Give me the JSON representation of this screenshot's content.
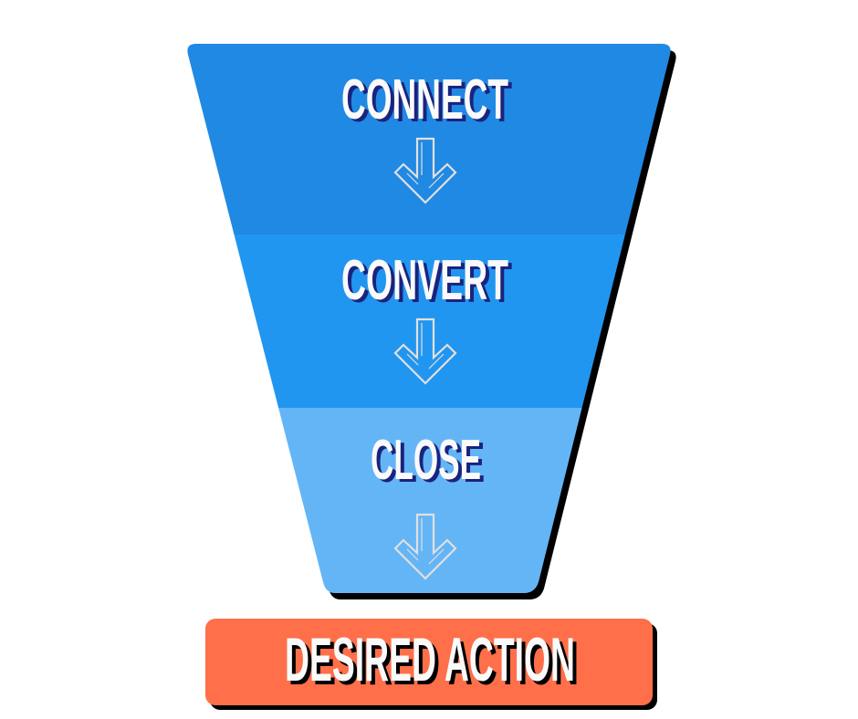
{
  "funnel": {
    "stages": [
      {
        "label": "CONNECT",
        "color": "#2089e3"
      },
      {
        "label": "CONVERT",
        "color": "#2196f0"
      },
      {
        "label": "CLOSE",
        "color": "#64b5f6"
      }
    ],
    "text_shadow_color": "#1a237e",
    "shadow_color": "#000000"
  },
  "result": {
    "label": "DESIRED ACTION",
    "color": "#ff6f4a"
  }
}
